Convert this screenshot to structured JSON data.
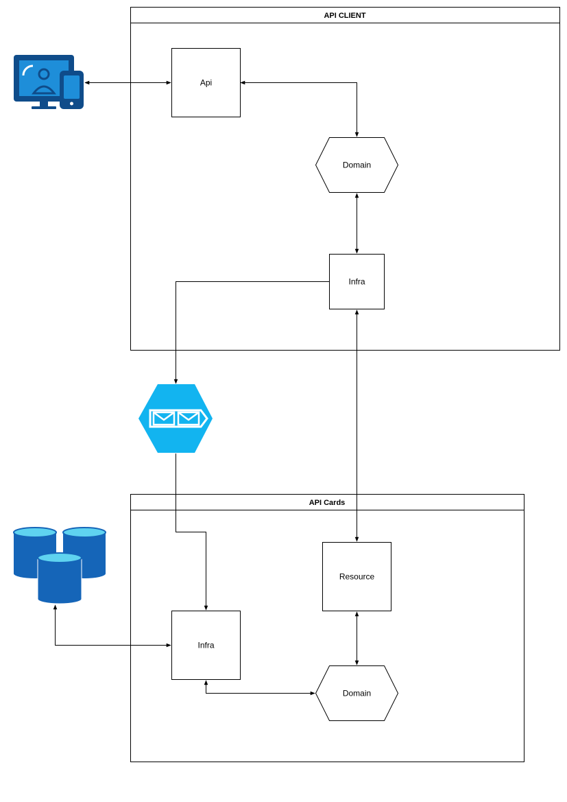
{
  "containers": {
    "api_client": {
      "title": "API CLIENT"
    },
    "api_cards": {
      "title": "API Cards"
    }
  },
  "nodes": {
    "client_api": "Api",
    "client_domain": "Domain",
    "client_infra": "Infra",
    "cards_resource": "Resource",
    "cards_infra": "Infra",
    "cards_domain": "Domain"
  },
  "icons": {
    "user_devices": "user-devices-icon",
    "message_queue": "message-queue-icon",
    "database": "database-cluster-icon"
  },
  "colors": {
    "icon_dark": "#0f4c8a",
    "icon_blue": "#1e8ed9",
    "queue_blue": "#12b4f0",
    "db_blue": "#1565b8",
    "db_top": "#5fd3f0"
  }
}
